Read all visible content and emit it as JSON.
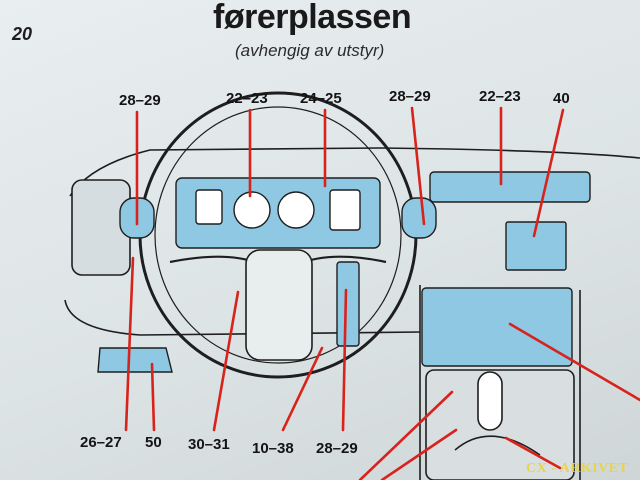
{
  "page": {
    "number": "20",
    "title": "førerplassen",
    "subtitle": "(avhengig av utstyr)"
  },
  "callouts": {
    "top_1": "28–29",
    "top_2": "22–23",
    "top_3": "24–25",
    "top_4": "28–29",
    "top_5": "22–23",
    "top_6": "40",
    "bottom_1": "26–27",
    "bottom_2": "50",
    "bottom_3": "30–31",
    "bottom_4": "10–38",
    "bottom_5": "28–29"
  },
  "watermark": "CX - ARKIVET",
  "colors": {
    "highlight": "#8ec8e2",
    "leader_line": "#d8231c",
    "outline": "#1e1e1e"
  }
}
